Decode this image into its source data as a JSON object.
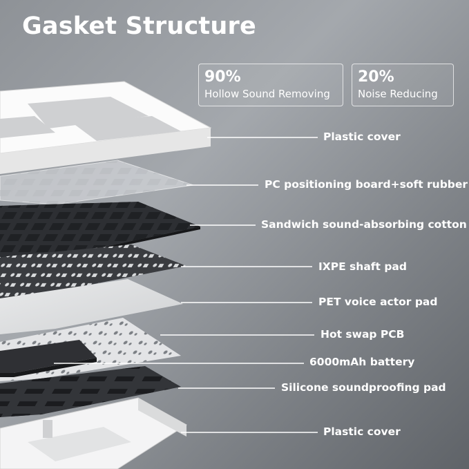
{
  "title": "Gasket Structure",
  "stats": [
    {
      "value": "90%",
      "label": "Hollow Sound Removing"
    },
    {
      "value": "20%",
      "label": "Noise Reducing"
    }
  ],
  "layers": [
    {
      "label": "Plastic cover"
    },
    {
      "label": "PC positioning board+soft rubber"
    },
    {
      "label": "Sandwich sound-absorbing cotton"
    },
    {
      "label": "IXPE shaft pad"
    },
    {
      "label": "PET voice actor pad"
    },
    {
      "label": "Hot swap PCB"
    },
    {
      "label": "6000mAh battery"
    },
    {
      "label": "Silicone soundproofing pad"
    },
    {
      "label": "Plastic cover"
    }
  ],
  "colors": {
    "background": "#8e9297",
    "text": "#ffffff",
    "leader_line": "#ffffff"
  }
}
